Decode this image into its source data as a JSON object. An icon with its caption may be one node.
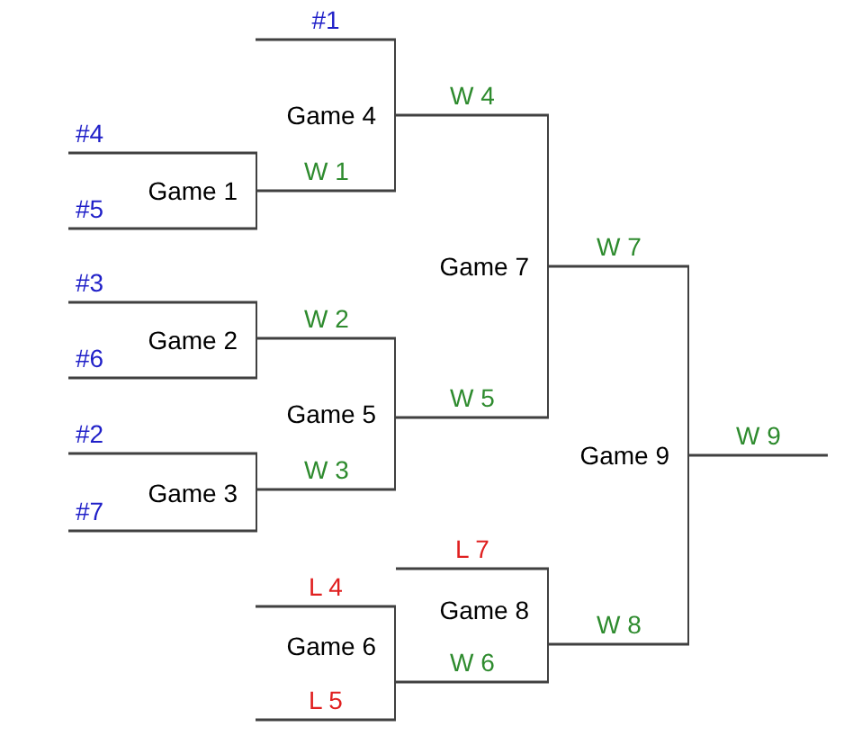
{
  "diagram": {
    "nodes": [
      {
        "text": [
          "Game 1"
        ]
      },
      {
        "text": [
          "Game 2"
        ]
      },
      {
        "text": [
          "Game 3"
        ]
      },
      {
        "text": [
          "Game 4"
        ]
      },
      {
        "text": [
          "Game 5"
        ]
      },
      {
        "text": [
          "Game 6"
        ]
      },
      {
        "text": [
          "Game 7"
        ]
      },
      {
        "text": [
          "Game 8"
        ]
      },
      {
        "text": [
          "Game 9"
        ]
      }
    ],
    "edges": [
      {
        "from": null,
        "to": 0,
        "arrow": "none",
        "label": "#4"
      },
      {
        "from": null,
        "to": 0,
        "arrow": "none",
        "label": "#5"
      },
      {
        "from": null,
        "to": 1,
        "arrow": "none",
        "label": "#3"
      },
      {
        "from": null,
        "to": 1,
        "arrow": "none",
        "label": "#6"
      },
      {
        "from": null,
        "to": 2,
        "arrow": "none",
        "label": "#2"
      },
      {
        "from": null,
        "to": 2,
        "arrow": "none",
        "label": "#7"
      },
      {
        "from": null,
        "to": 3,
        "arrow": "none",
        "label": "#1"
      },
      {
        "from": 0,
        "to": 3,
        "arrow": "none",
        "label": "W 1"
      },
      {
        "from": 1,
        "to": 4,
        "arrow": "none",
        "label": "W 2"
      },
      {
        "from": 2,
        "to": 4,
        "arrow": "none",
        "label": "W 3"
      },
      {
        "from": null,
        "to": 5,
        "arrow": "none",
        "label": "L 4"
      },
      {
        "from": null,
        "to": 5,
        "arrow": "none",
        "label": "L 5"
      },
      {
        "from": 3,
        "to": 6,
        "arrow": "none",
        "label": "W 4"
      },
      {
        "from": 4,
        "to": 6,
        "arrow": "none",
        "label": "W 5"
      },
      {
        "from": null,
        "to": 7,
        "arrow": "none",
        "label": "L 7"
      },
      {
        "from": 5,
        "to": 7,
        "arrow": "none",
        "label": "W 6"
      },
      {
        "from": 6,
        "to": 8,
        "arrow": "none",
        "label": "W 7"
      },
      {
        "from": 7,
        "to": 8,
        "arrow": "none",
        "label": "W 8"
      },
      {
        "from": 8,
        "to": null,
        "arrow": "none",
        "label": "W 9"
      }
    ]
  }
}
